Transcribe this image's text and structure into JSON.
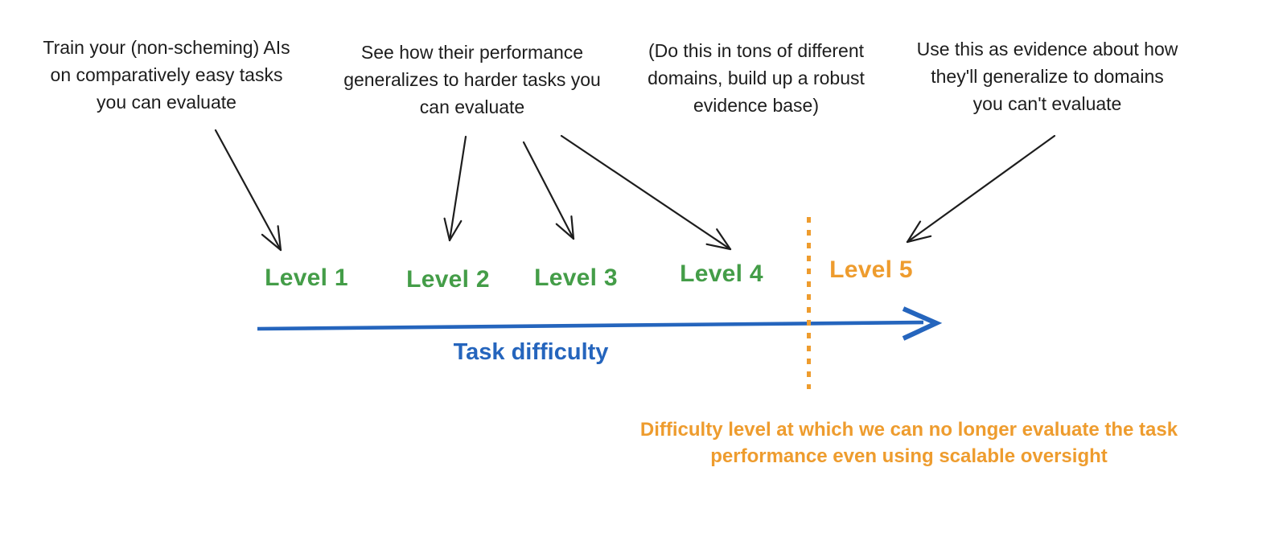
{
  "colors": {
    "green": "#449d48",
    "orange": "#ee9c2e",
    "blue": "#2565bd",
    "ink": "#1d1d1d"
  },
  "annotations": [
    {
      "lines": [
        "Train your (non-scheming) AIs",
        "on comparatively easy tasks",
        "you can evaluate"
      ]
    },
    {
      "lines": [
        "See how their performance",
        "generalizes to harder tasks you",
        "can evaluate"
      ]
    },
    {
      "lines": [
        "(Do this in tons of different",
        "domains, build up a robust",
        "evidence base)"
      ]
    },
    {
      "lines": [
        "Use this as evidence about how",
        "they'll generalize to domains",
        "you can't evaluate"
      ]
    }
  ],
  "levels": [
    {
      "label": "Level 1",
      "color": "#449d48"
    },
    {
      "label": "Level 2",
      "color": "#449d48"
    },
    {
      "label": "Level 3",
      "color": "#449d48"
    },
    {
      "label": "Level 4",
      "color": "#449d48"
    },
    {
      "label": "Level 5",
      "color": "#ee9c2e"
    }
  ],
  "axis": {
    "label": "Task difficulty"
  },
  "threshold_note": {
    "lines": [
      "Difficulty level at which we can no longer evaluate the task",
      "performance even using scalable oversight"
    ]
  }
}
